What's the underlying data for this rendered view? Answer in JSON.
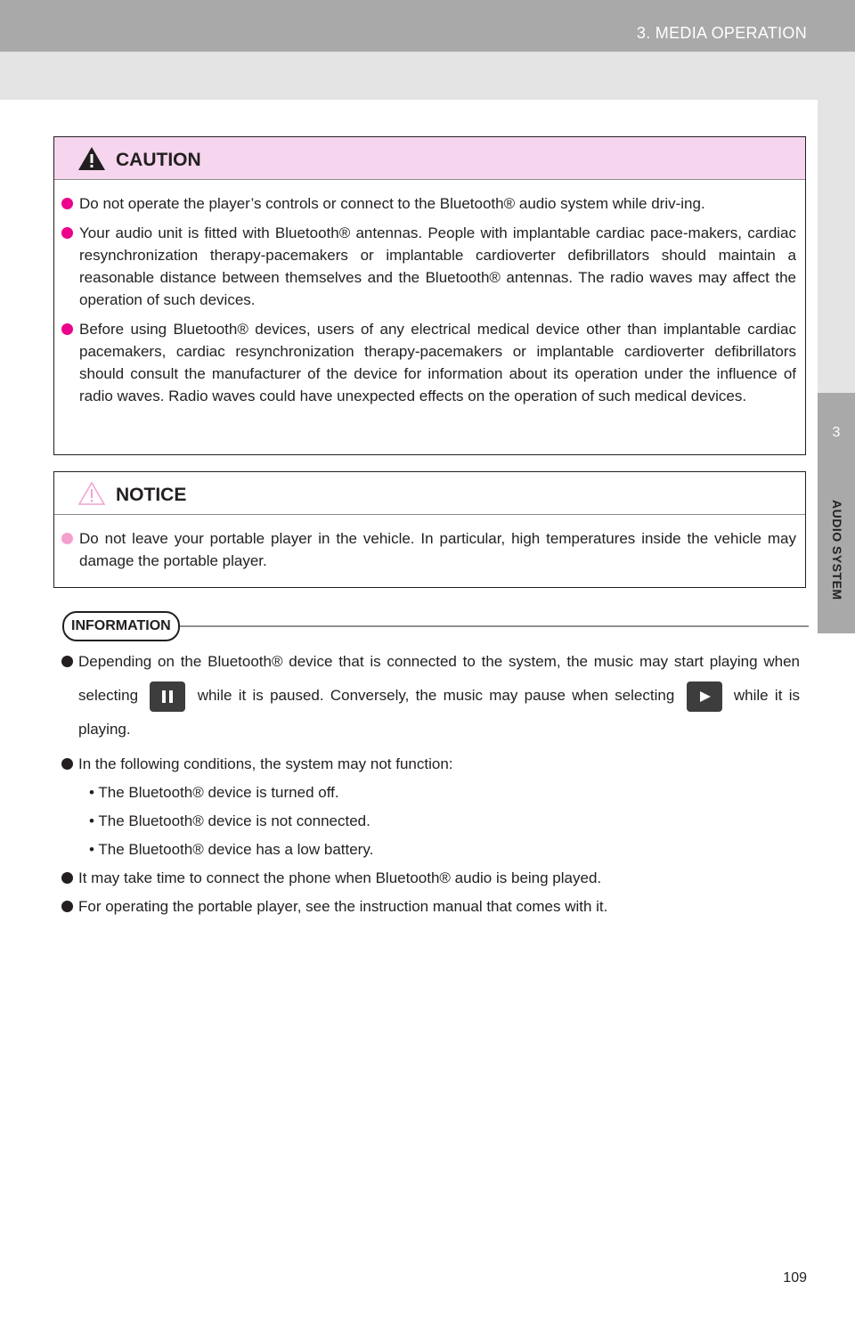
{
  "header": {
    "section": "3. MEDIA OPERATION"
  },
  "side_tab": {
    "number": "3",
    "label": "AUDIO SYSTEM"
  },
  "caution": {
    "title": "CAUTION",
    "items": [
      "Do not operate the player’s controls or connect to the Bluetooth® audio system while driv-ing.",
      "Your audio unit is fitted with Bluetooth® antennas. People with implantable cardiac pace-makers, cardiac resynchronization therapy-pacemakers or implantable cardioverter defibrillators should maintain a reasonable distance between themselves and the Bluetooth® antennas. The radio waves may affect the operation of such devices.",
      "Before using Bluetooth® devices, users of any electrical medical device other than implantable cardiac pacemakers, cardiac resynchronization therapy-pacemakers or implantable cardioverter defibrillators should consult the manufacturer of the device for information about its operation under the influence of radio waves. Radio waves could have unexpected effects on the operation of such medical devices."
    ]
  },
  "notice": {
    "title": "NOTICE",
    "items": [
      "Do not leave your portable player in the vehicle. In particular, high temperatures inside the vehicle may damage the portable player."
    ]
  },
  "information": {
    "title": "INFORMATION",
    "item1_a": "Depending on the Bluetooth® device that is connected to the system, the music may start playing when selecting",
    "item1_b": "while it is paused. Conversely, the music may pause when selecting",
    "item1_c": "while it is playing.",
    "item2": "In the following conditions, the system may not function:",
    "sub_items": [
      "• The Bluetooth® device is turned off.",
      "• The Bluetooth® device is not connected.",
      "• The Bluetooth® device has a low battery."
    ],
    "item3": "It may take time to connect the phone when Bluetooth® audio is being played.",
    "item4": "For operating the portable player, see the instruction manual that comes with it."
  },
  "icons": {
    "pause": "pause-icon",
    "play": "play-icon",
    "warning": "warning-triangle-icon"
  },
  "colors": {
    "caution_header": "#f6d5ee",
    "caution_bullet": "#ec008c",
    "notice_bullet": "#f4a0cf",
    "header_gray": "#a9a9a9"
  },
  "page_number": "109"
}
